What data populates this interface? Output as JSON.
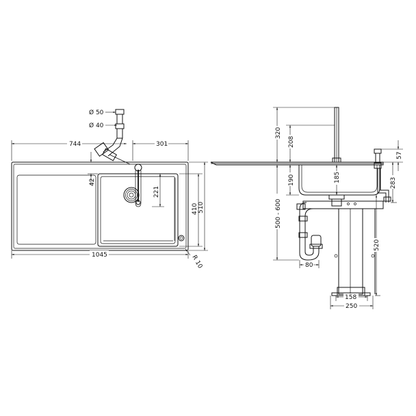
{
  "top_view": {
    "dims": {
      "d50": "Ø 50",
      "d40": "Ø 40",
      "w744": "744",
      "w301": "301",
      "h42": "42",
      "h221": "221",
      "h410": "410",
      "h510": "510",
      "w1045": "1045",
      "r10": "R 10"
    }
  },
  "side_view": {
    "dims": {
      "h320": "320",
      "h208": "208",
      "h190": "190",
      "h185": "185",
      "h500_600": "500 - 600",
      "h57": "57",
      "h283": "283",
      "h520": "520",
      "w80": "80",
      "w158": "158",
      "w250": "250"
    }
  }
}
